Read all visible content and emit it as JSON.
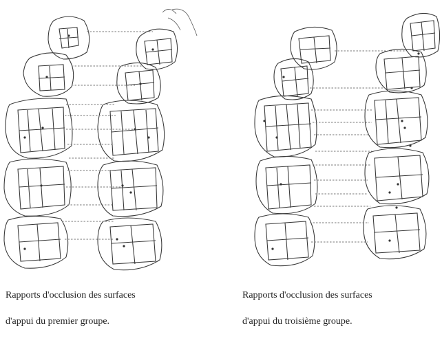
{
  "figure": {
    "captions": [
      {
        "line1": "Rapports d'occlusion des surfaces",
        "line2": "d'appui du premier groupe."
      },
      {
        "line1": "Rapports d'occlusion des surfaces",
        "line2": "d'appui du troisième groupe."
      }
    ],
    "colors": {
      "stroke": "#3a3a3a",
      "link": "#777777"
    }
  }
}
